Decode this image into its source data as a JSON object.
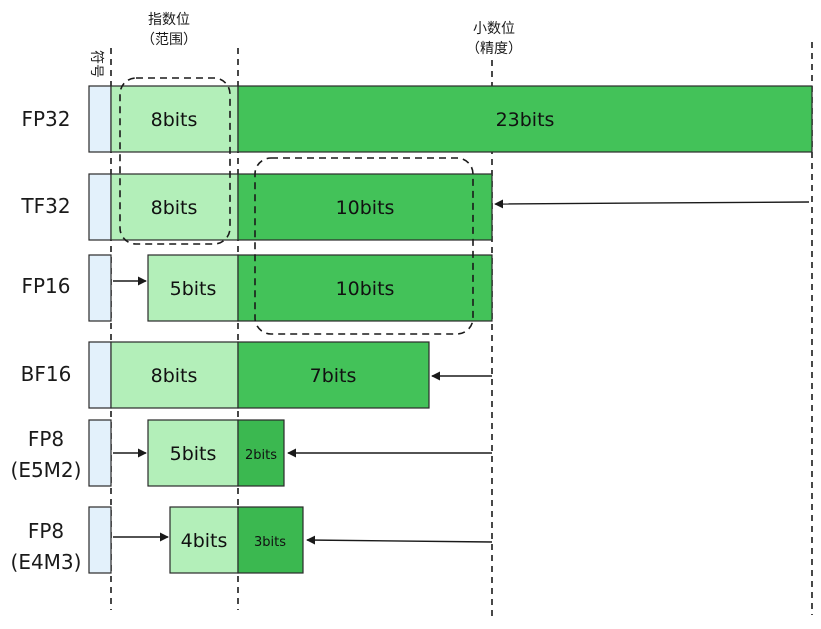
{
  "header": {
    "exponent_title": "指数位",
    "exponent_subtitle": "（范围）",
    "mantissa_title": "小数位",
    "mantissa_subtitle": "（精度）",
    "sign_label": "符号"
  },
  "formats": [
    {
      "name_lines": [
        "FP32"
      ],
      "exponent": "8bits",
      "mantissa": "23bits"
    },
    {
      "name_lines": [
        "TF32"
      ],
      "exponent": "8bits",
      "mantissa": "10bits"
    },
    {
      "name_lines": [
        "FP16"
      ],
      "exponent": "5bits",
      "mantissa": "10bits"
    },
    {
      "name_lines": [
        "BF16"
      ],
      "exponent": "8bits",
      "mantissa": "7bits"
    },
    {
      "name_lines": [
        "FP8",
        "(E5M2)"
      ],
      "exponent": "5bits",
      "mantissa": "2bits"
    },
    {
      "name_lines": [
        "FP8",
        "(E4M3)"
      ],
      "exponent": "4bits",
      "mantissa": "3bits"
    }
  ],
  "colors": {
    "sign": "#e3f1fb",
    "exponent": "#b3efb9",
    "mantissa": "#43c259",
    "mantissa_small": "#3bb850",
    "outline": "#2a2a2a"
  }
}
